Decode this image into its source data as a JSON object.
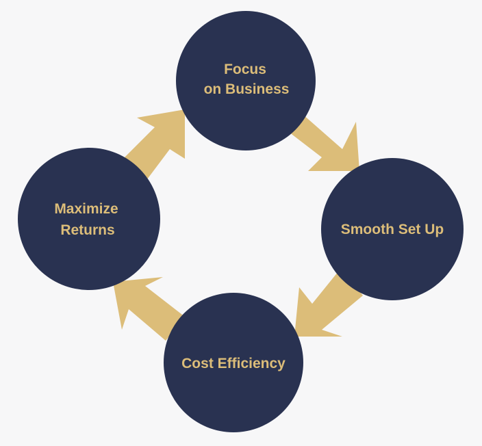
{
  "colors": {
    "background": "#f7f7f8",
    "node_fill": "#293251",
    "arrow_fill": "#dcbd79",
    "label_color": "#dcbd79"
  },
  "nodes": {
    "focus": {
      "line1": "Focus",
      "line2": "on Business"
    },
    "smooth": {
      "line1": "Smooth Set Up"
    },
    "cost": {
      "line1": "Cost Efficiency"
    },
    "maximize": {
      "line1": "Maximize",
      "line2": "Returns"
    }
  },
  "flow": [
    {
      "from": "focus",
      "to": "smooth"
    },
    {
      "from": "smooth",
      "to": "cost"
    },
    {
      "from": "cost",
      "to": "maximize"
    },
    {
      "from": "maximize",
      "to": "focus"
    }
  ]
}
